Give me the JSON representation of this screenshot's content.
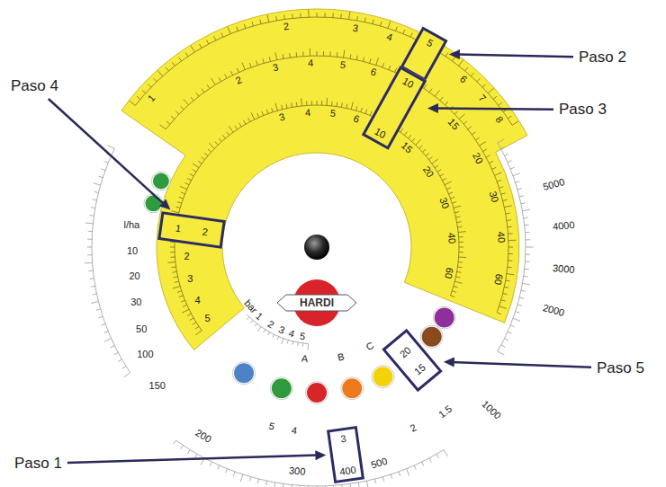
{
  "diagram": {
    "nodes": [
      {
        "text": [
          "3",
          "400"
        ]
      },
      {
        "text": [
          "5"
        ]
      },
      {
        "text": [
          "10",
          "10"
        ]
      },
      {
        "text": [
          "1",
          "2"
        ]
      },
      {
        "text": [
          "20",
          "15"
        ]
      }
    ],
    "labels": [
      "Paso 1",
      "Paso 2",
      "Paso 3",
      "Paso 4",
      "Paso 5",
      "HARDI",
      "1",
      "2",
      "3",
      "4",
      "6",
      "7",
      "8",
      "2",
      "3",
      "4",
      "5",
      "6",
      "15",
      "20",
      "30",
      "40",
      "60",
      "3",
      "4",
      "5",
      "6",
      "15",
      "20",
      "30",
      "40",
      "60",
      "2",
      "3",
      "4",
      "5",
      "l/ha",
      "10",
      "20",
      "30",
      "50",
      "100",
      "150",
      "200",
      "300",
      "500",
      "1000",
      "1.5",
      "2",
      "2000",
      "3000",
      "4000",
      "5000",
      "bar",
      "1",
      "2",
      "3",
      "4",
      "5",
      "A",
      "B",
      "C",
      "4",
      "5"
    ]
  }
}
